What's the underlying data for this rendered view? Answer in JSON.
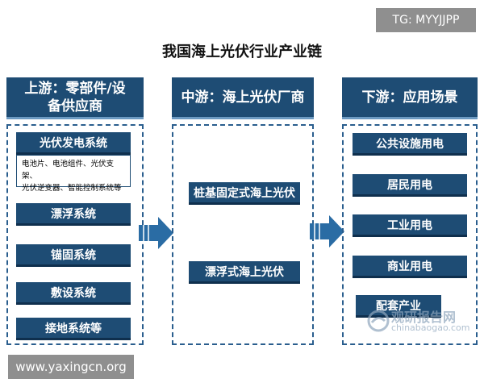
{
  "title": "我国海上光伏行业产业链",
  "watermark_top": "TG: MYYJJPP",
  "watermark_bottom": "www.yaxingcn.org",
  "logo_watermark": {
    "cn": "观研报告网",
    "url": "chinabaogao.com"
  },
  "columns": {
    "upstream": {
      "header": "上游：零部件/设备供应商",
      "header_line1": "上游：零部件/设",
      "header_line2": "备供应商",
      "pv_system": {
        "label": "光伏发电系统",
        "detail_line1": "电池片、电池组件、光伏支架、",
        "detail_line2": "光伏逆变器、智能控制系统等"
      },
      "items": [
        "漂浮系统",
        "锚固系统",
        "敷设系统",
        "接地系统等"
      ]
    },
    "midstream": {
      "header": "中游：海上光伏厂商",
      "items": [
        "桩基固定式海上光伏",
        "漂浮式海上光伏"
      ]
    },
    "downstream": {
      "header": "下游：应用场景",
      "items": [
        "公共设施用电",
        "居民用电",
        "工业用电",
        "商业用电",
        "配套产业"
      ]
    }
  },
  "colors": {
    "primary": "#1e4c74",
    "accent": "#6c9ac2",
    "arrow": "#2a6ca4"
  }
}
